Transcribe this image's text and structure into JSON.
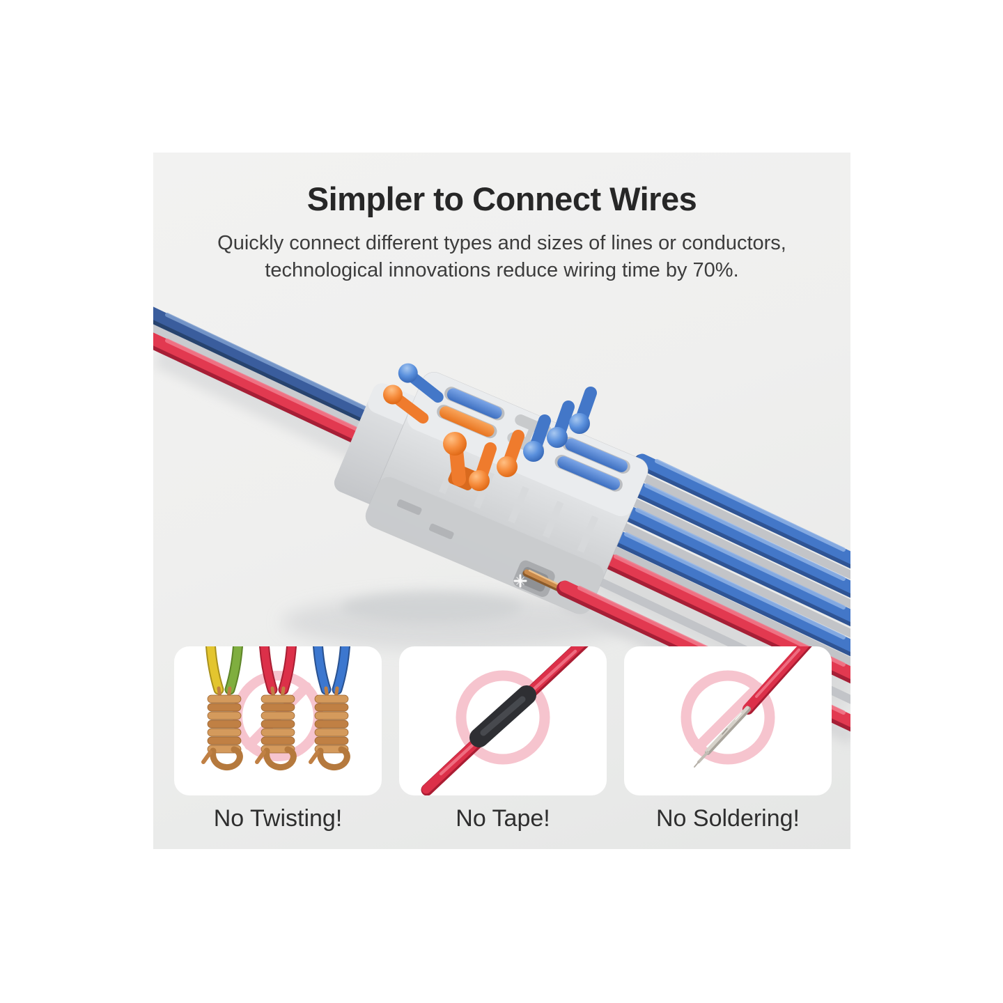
{
  "header": {
    "title": "Simpler to Connect Wires",
    "subtitle_line1": "Quickly connect different types and sizes of lines or conductors,",
    "subtitle_line2": "technological innovations reduce wiring time by 70%."
  },
  "panels": [
    {
      "label": "No Twisting!",
      "icon": "no-symbol-over-twisted-wires"
    },
    {
      "label": "No Tape!",
      "icon": "no-symbol-over-taped-wire"
    },
    {
      "label": "No Soldering!",
      "icon": "no-symbol-over-soldered-wire"
    }
  ],
  "illustration": {
    "subject": "lever-clamp wire connector joining one blue and one red input wire to four blue and two red output wires, one red wire stripped bare",
    "lever_colors": {
      "orange": "#ef7b2d",
      "blue": "#4377c8"
    },
    "wire_colors": {
      "input_blue": "#3a5d9d",
      "output_blue": "#4377c8",
      "red": "#e23950",
      "copper": "#c98a4b"
    },
    "connector_body_color": "#d7d9db"
  },
  "colors": {
    "page_background": "#ffffff",
    "canvas_background": "#efefee",
    "card_background": "#ffffff",
    "title_text": "#272727",
    "body_text": "#3c3c3c",
    "label_text": "#2e2e2e",
    "prohibition_pink": "#f6c4ce"
  }
}
